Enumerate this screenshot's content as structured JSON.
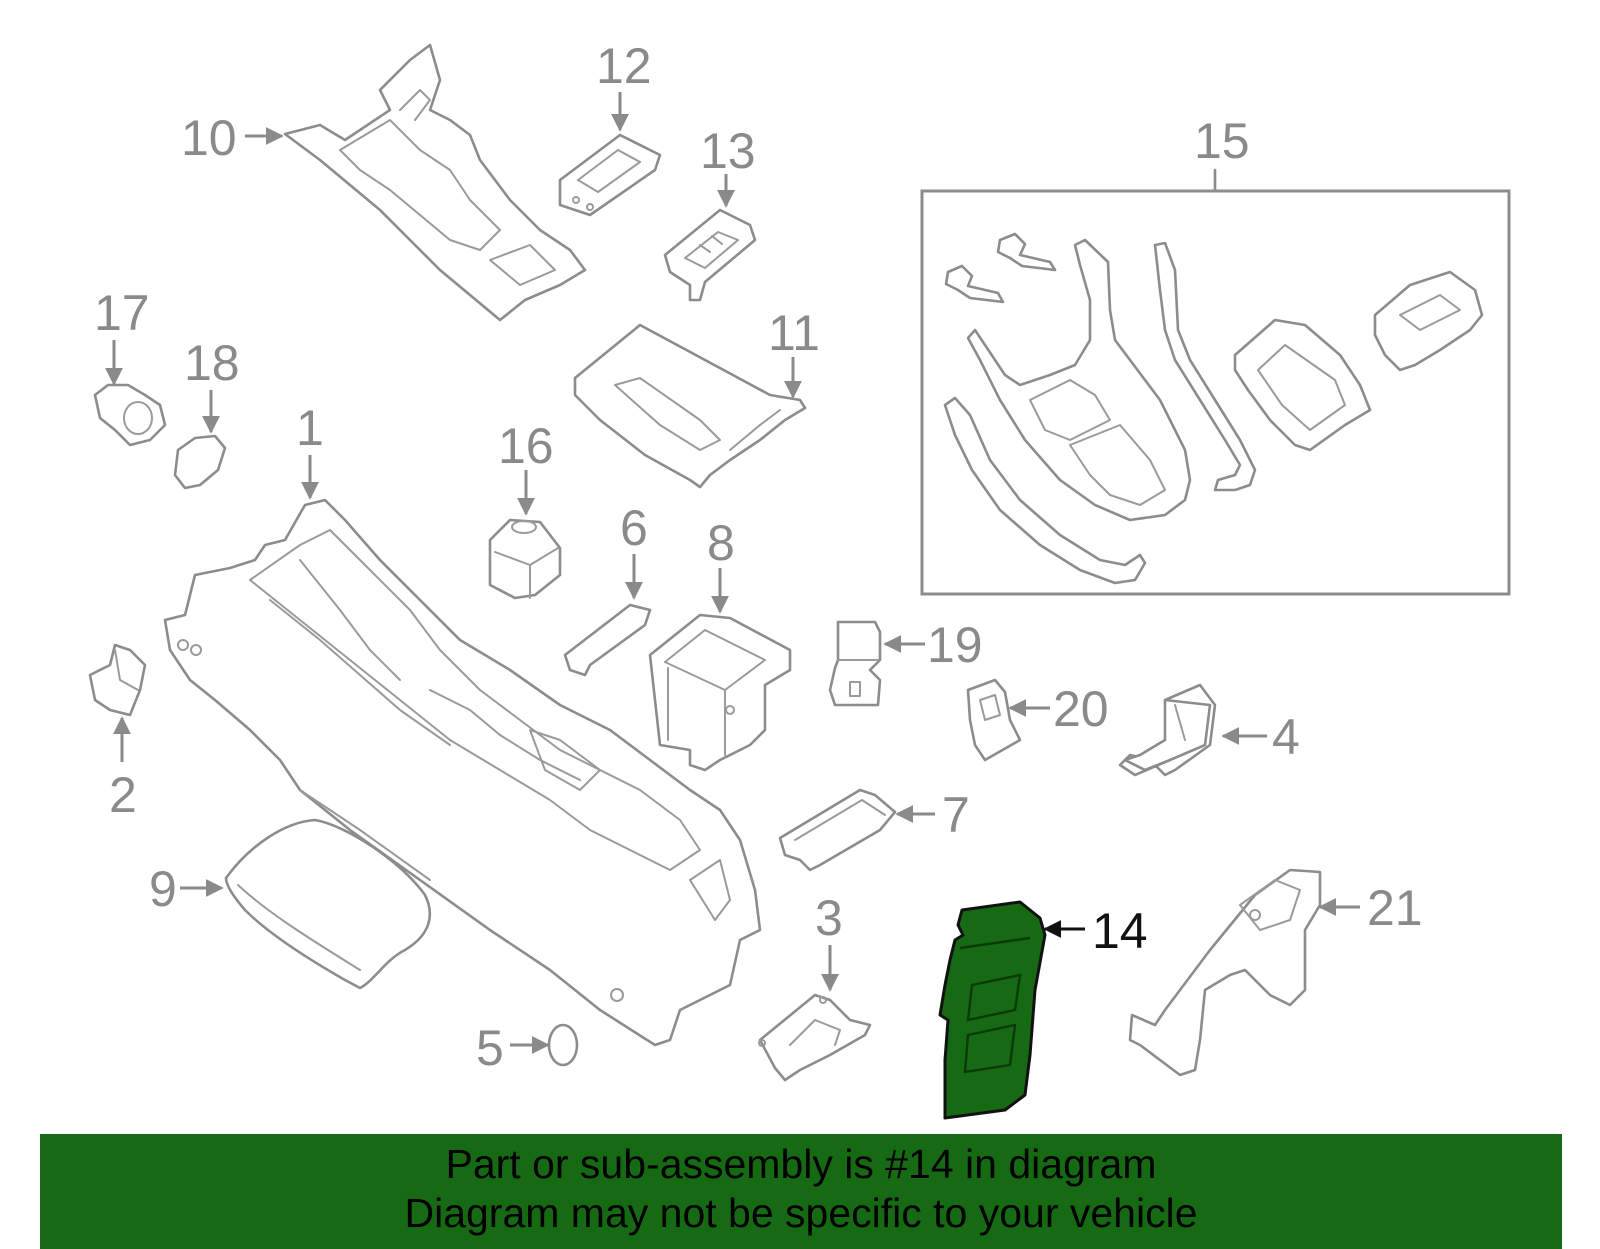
{
  "callouts": {
    "c1": "1",
    "c2": "2",
    "c3": "3",
    "c4": "4",
    "c5": "5",
    "c6": "6",
    "c7": "7",
    "c8": "8",
    "c9": "9",
    "c10": "10",
    "c11": "11",
    "c12": "12",
    "c13": "13",
    "c14": "14",
    "c15": "15",
    "c16": "16",
    "c17": "17",
    "c18": "18",
    "c19": "19",
    "c20": "20",
    "c21": "21"
  },
  "highlighted_part": "14",
  "colors": {
    "highlight": "#176a14",
    "line": "#8c8c8c",
    "banner": "#176a14"
  },
  "banner": {
    "line1": "Part or sub-assembly is #14 in diagram",
    "line2": "Diagram may not be specific to your vehicle"
  }
}
